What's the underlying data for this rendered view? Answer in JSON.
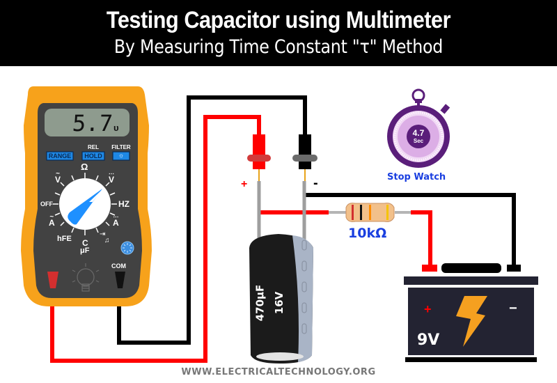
{
  "header": {
    "title": "Testing Capacitor using Multimeter",
    "subtitle": "By Measuring Time Constant \"τ\" Method"
  },
  "multimeter": {
    "display_value": "5.7",
    "display_unit": "υ",
    "buttons": [
      {
        "label": "RANGE",
        "top_label": ""
      },
      {
        "label": "HOLD",
        "top_label": "REL"
      },
      {
        "label": "☼",
        "top_label": "FILTER"
      }
    ],
    "dial_labels": {
      "ohm": "Ω",
      "vac": "V",
      "vdc": "V",
      "off": "OFF",
      "hz": "HZ",
      "aac": "A",
      "adc": "A",
      "hfe": "hFE",
      "cap": "C",
      "cap_unit": "μF",
      "diode": "⇥",
      "buzzer": "♫"
    },
    "port_com": "COM",
    "colors": {
      "body": "#f7a21b",
      "face": "#404040",
      "lcd": "#8e9b8e",
      "knob_pointer": "#1e90ff",
      "button": "#1e88e5"
    }
  },
  "stopwatch": {
    "value": "4.7",
    "unit": "Sec",
    "label": "Stop Watch",
    "colors": {
      "ring": "#5a1e7a",
      "inner": "#dcaee6",
      "label": "#1a3fe0"
    }
  },
  "capacitor": {
    "rating_capacitance": "470μF",
    "rating_voltage": "16V",
    "plus_sign": "+",
    "minus_sign": "-"
  },
  "resistor": {
    "value_label": "10kΩ",
    "bands": [
      "#d22f2f",
      "#111111",
      "#ff8c00",
      "#f5c400"
    ],
    "label_color": "#1a3fe0"
  },
  "battery": {
    "voltage": "9V",
    "plus": "+",
    "minus": "−",
    "colors": {
      "body": "#232332",
      "bolt": "#f5a020"
    }
  },
  "wires": {
    "positive_color": "#ff0000",
    "negative_color": "#000000"
  },
  "footer": {
    "website": "WWW.ELECTRICALTECHNOLOGY.ORG"
  }
}
